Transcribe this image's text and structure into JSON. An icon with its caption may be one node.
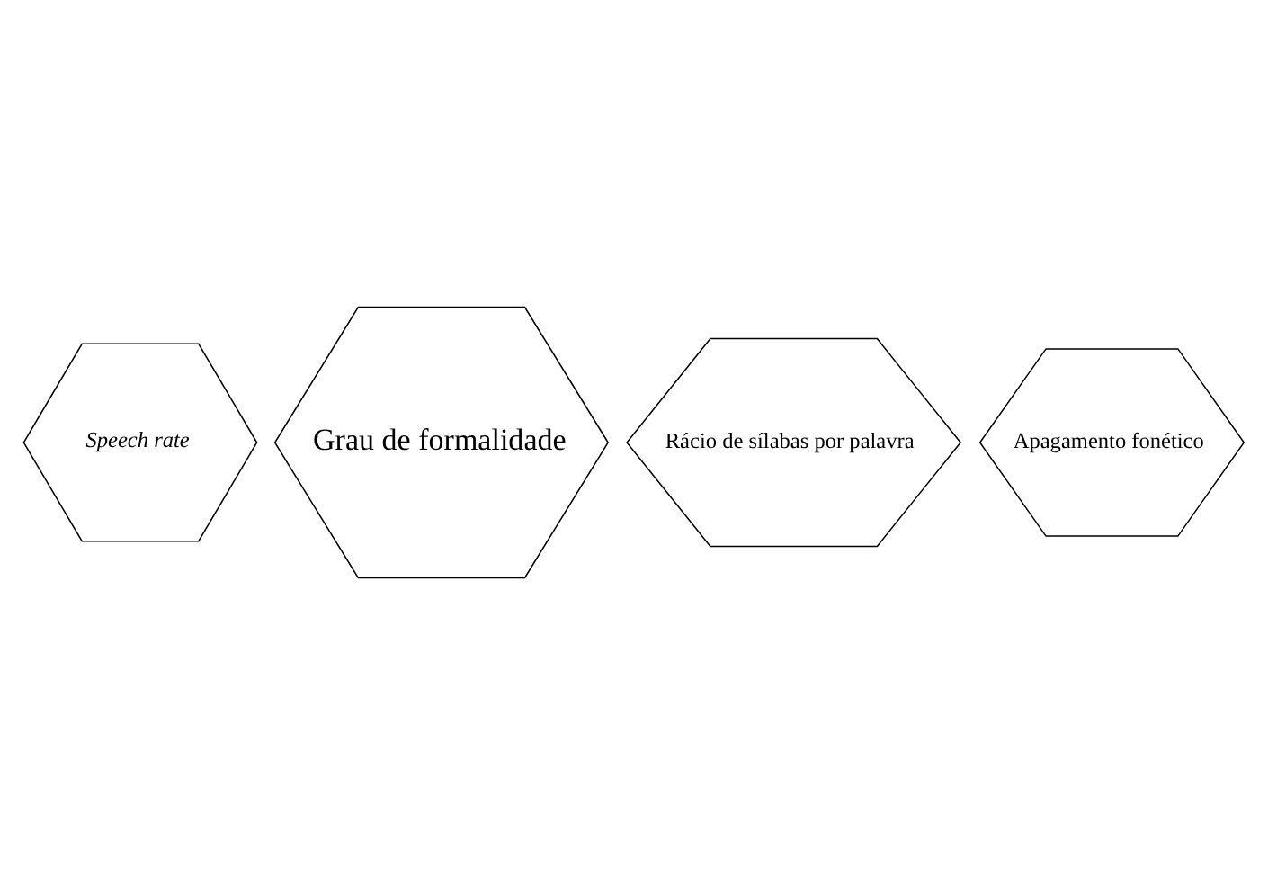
{
  "diagram": {
    "nodes": [
      {
        "text": [
          "Speech rate"
        ]
      },
      {
        "text": [
          "Grau de formalidade"
        ]
      },
      {
        "text": [
          "Rácio de sílabas por palavra"
        ]
      },
      {
        "text": [
          "Apagamento fonético"
        ]
      }
    ],
    "edges": []
  }
}
